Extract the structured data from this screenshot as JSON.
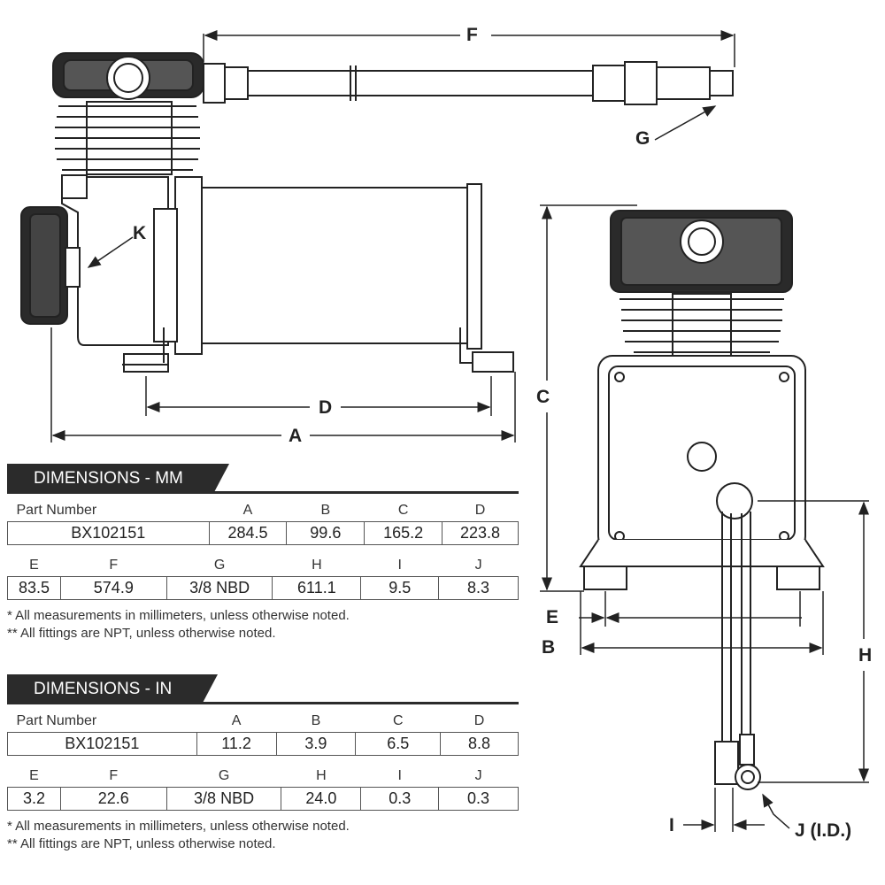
{
  "diagram": {
    "labels": {
      "A": "A",
      "B": "B",
      "C": "C",
      "D": "D",
      "E": "E",
      "F": "F",
      "G": "G",
      "H": "H",
      "I": "I",
      "J": "J (I.D.)",
      "K": "K"
    }
  },
  "tables": {
    "mm": {
      "title": "DIMENSIONS - MM",
      "row1_headers": [
        "Part Number",
        "A",
        "B",
        "C",
        "D"
      ],
      "row1_values": [
        "BX102151",
        "284.5",
        "99.6",
        "165.2",
        "223.8"
      ],
      "row2_headers": [
        "E",
        "F",
        "G",
        "H",
        "I",
        "J"
      ],
      "row2_values": [
        "83.5",
        "574.9",
        "3/8 NBD",
        "611.1",
        "9.5",
        "8.3"
      ],
      "note1": "* All measurements in millimeters, unless otherwise noted.",
      "note2": "** All fittings are NPT, unless otherwise noted."
    },
    "in": {
      "title": "DIMENSIONS - IN",
      "row1_headers": [
        "Part Number",
        "A",
        "B",
        "C",
        "D"
      ],
      "row1_values": [
        "BX102151",
        "11.2",
        "3.9",
        "6.5",
        "8.8"
      ],
      "row2_headers": [
        "E",
        "F",
        "G",
        "H",
        "I",
        "J"
      ],
      "row2_values": [
        "3.2",
        "22.6",
        "3/8 NBD",
        "24.0",
        "0.3",
        "0.3"
      ],
      "note1": "* All measurements in millimeters, unless otherwise noted.",
      "note2": "** All fittings are NPT, unless otherwise noted."
    }
  }
}
